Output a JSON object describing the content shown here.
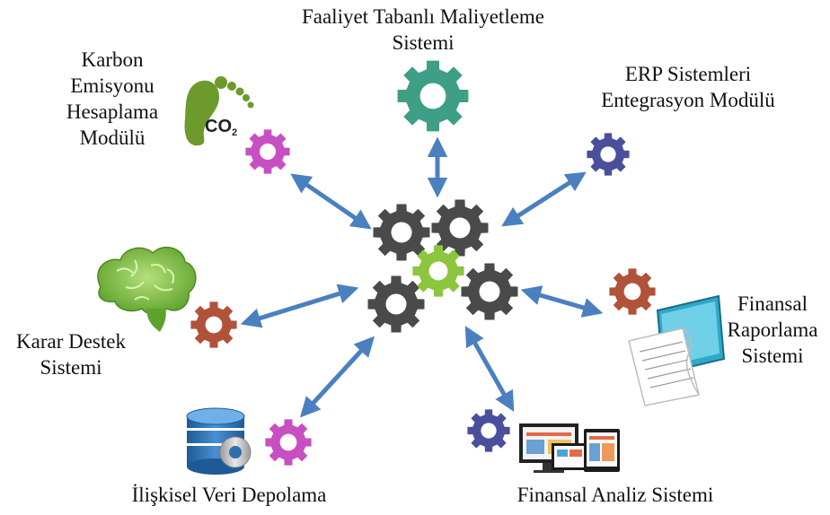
{
  "diagram": {
    "modules": {
      "faaliyet": {
        "lines": [
          "Faaliyet Tabanlı Maliyetleme",
          "Sistemi"
        ],
        "icon": "gear-icon",
        "color": "#3e9e86"
      },
      "erp": {
        "lines": [
          "ERP Sistemleri",
          "Entegrasyon Modülü"
        ],
        "icon": "gear-icon",
        "color": "#4a4f9c"
      },
      "finansal_raporlama": {
        "lines": [
          "Finansal",
          "Raporlama",
          "Sistemi"
        ],
        "icon": "gear-icon",
        "color": "#b1523a"
      },
      "finansal_analiz": {
        "lines": [
          "Finansal Analiz Sistemi"
        ],
        "icon": "gear-icon",
        "color": "#4a4f9c"
      },
      "iliskisel": {
        "lines": [
          "İlişkisel Veri Depolama"
        ],
        "icon": "gear-icon",
        "color": "#c84fc2"
      },
      "karar": {
        "lines": [
          "Karar Destek",
          "Sistemi"
        ],
        "icon": "gear-icon",
        "color": "#b1523a"
      },
      "karbon": {
        "lines": [
          "Karbon",
          "Emisyonu",
          "Hesaplama",
          "Modülü"
        ],
        "icon": "gear-icon",
        "color": "#c84fc2"
      }
    },
    "illustrations": {
      "footprint_text": "CO",
      "footprint_sub": "2"
    },
    "colors": {
      "arrow": "#4a80c0",
      "hub_gear": "#4a4a4a",
      "hub_center": "#8cc63f",
      "footprint": "#6c9a2c",
      "brain": "#7bc142",
      "database": "#2f6fae"
    }
  }
}
